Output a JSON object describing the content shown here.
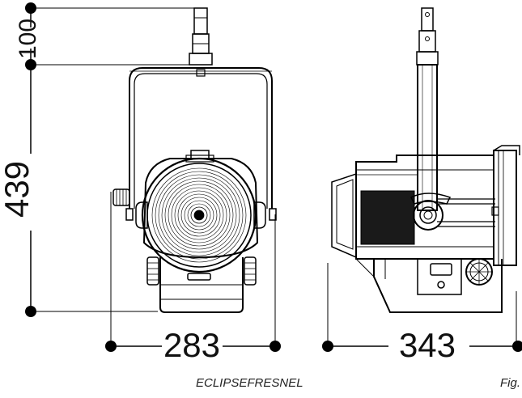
{
  "dimensions": {
    "mount_height": "100",
    "body_height": "439",
    "front_width": "283",
    "side_depth": "343"
  },
  "caption": {
    "model": "ECLIPSEFRESNEL",
    "figure": "Fig."
  },
  "colors": {
    "line": "#000000",
    "grille": "#1a1a1a",
    "background": "#ffffff"
  }
}
